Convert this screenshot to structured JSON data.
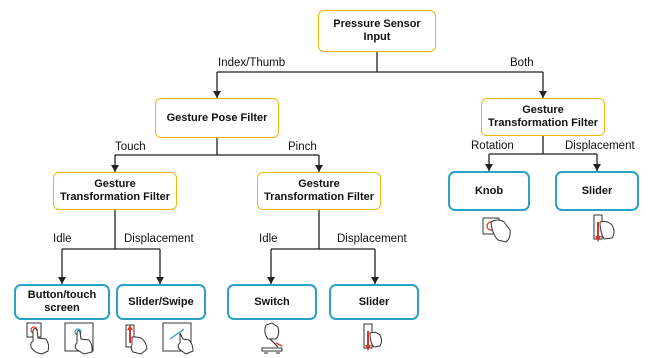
{
  "nodes": {
    "root": "Pressure Sensor\nInput",
    "pose_filter": "Gesture Pose Filter",
    "transform_touch": "Gesture\nTransformation Filter",
    "transform_pinch": "Gesture\nTransformation Filter",
    "transform_both": "Gesture\nTransformation Filter",
    "button": "Button/touch\nscreen",
    "slider_swipe": "Slider/Swipe",
    "switch": "Switch",
    "slider_pinch": "Slider",
    "knob": "Knob",
    "slider_both": "Slider"
  },
  "edges": {
    "index_thumb": "Index/Thumb",
    "both": "Both",
    "touch": "Touch",
    "pinch": "Pinch",
    "rotation": "Rotation",
    "displacement_both": "Displacement",
    "idle_touch": "Idle",
    "displacement_touch": "Displacement",
    "idle_pinch": "Idle",
    "displacement_pinch": "Displacement"
  },
  "colors": {
    "filter_border": "#f2b705",
    "control_border": "#2aa2c8",
    "line": "#222222",
    "accent_red": "#d9342b"
  },
  "icons": [
    "button-press-hand-icon",
    "touch-screen-hand-icon",
    "slider-hand-icon",
    "swipe-hand-icon",
    "switch-hand-icon",
    "slider-pinch-hand-icon",
    "knob-hand-icon",
    "slider-both-hand-icon"
  ]
}
